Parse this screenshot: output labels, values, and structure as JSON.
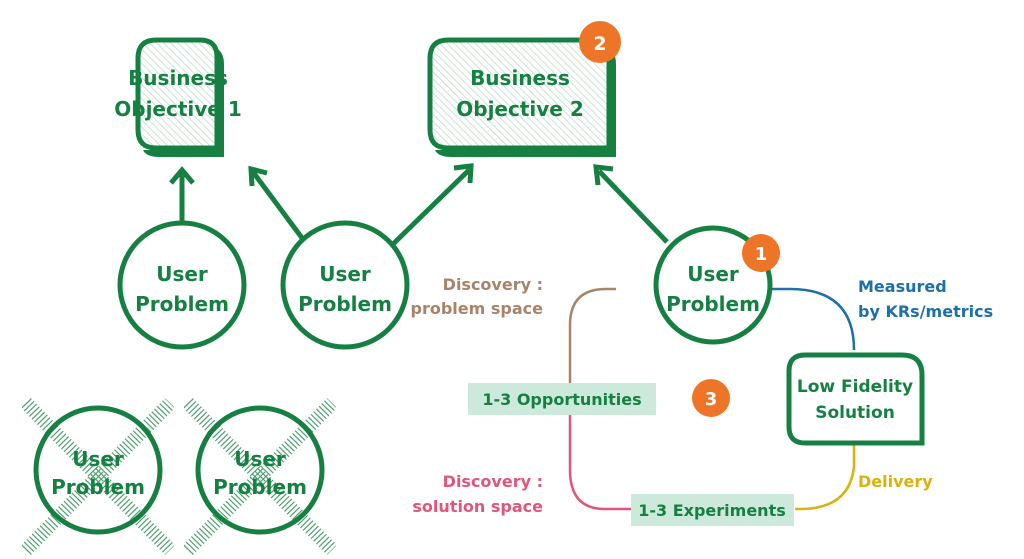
{
  "colors": {
    "green": "#158041",
    "orange": "#EE7527",
    "brown": "#A98468",
    "blue": "#1F6FA8",
    "pink": "#E1577A",
    "yellow": "#D9B20F",
    "mint": "#CDE9DB"
  },
  "objectives": [
    {
      "line1": "Business",
      "line2": "Objective 1"
    },
    {
      "line1": "Business",
      "line2": "Objective 2",
      "badge": "2"
    }
  ],
  "user_problems": [
    {
      "line1": "User",
      "line2": "Problem"
    },
    {
      "line1": "User",
      "line2": "Problem"
    },
    {
      "line1": "User",
      "line2": "Problem",
      "badge": "1"
    }
  ],
  "discarded_problems": [
    {
      "line1": "User",
      "line2": "Problem"
    },
    {
      "line1": "User",
      "line2": "Problem"
    }
  ],
  "solution": {
    "line1": "Low Fidelity",
    "line2": "Solution"
  },
  "cycle_badge": "3",
  "tags": {
    "opportunities": "1-3 Opportunities",
    "experiments": "1-3 Experiments"
  },
  "phase_labels": {
    "problem_space": {
      "line1": "Discovery :",
      "line2": "problem space"
    },
    "solution_space": {
      "line1": "Discovery :",
      "line2": "solution space"
    },
    "measured": {
      "line1": "Measured",
      "line2": "by KRs/metrics"
    },
    "delivery": "Delivery"
  }
}
